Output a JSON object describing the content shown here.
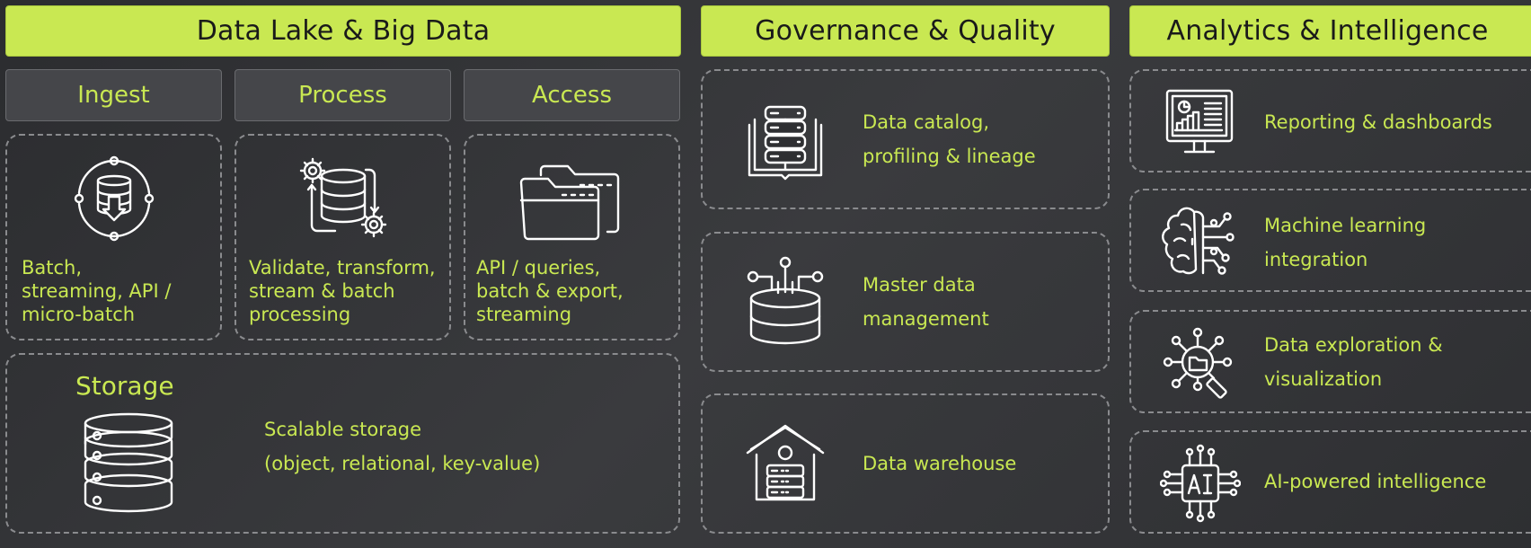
{
  "sections": {
    "data_lake": {
      "title": "Data Lake & Big Data",
      "ingest": {
        "label": "Ingest",
        "desc_lines": [
          "Batch,",
          "streaming, API /",
          "micro-batch"
        ]
      },
      "process": {
        "label": "Process",
        "desc_lines": [
          "Validate, transform,",
          "stream & batch",
          "processing"
        ]
      },
      "access": {
        "label": "Access",
        "desc_lines": [
          "API / queries,",
          "batch & export,",
          "streaming"
        ]
      },
      "storage": {
        "label": "Storage",
        "desc_lines": [
          "Scalable storage",
          "(object, relational, key-value)"
        ]
      }
    },
    "governance": {
      "title": "Governance & Quality",
      "items": [
        {
          "icon": "data-catalog-icon",
          "lines": [
            "Data catalog,",
            "profiling & lineage"
          ]
        },
        {
          "icon": "master-data-icon",
          "lines": [
            "Master data",
            "management"
          ]
        },
        {
          "icon": "data-warehouse-icon",
          "lines": [
            "Data warehouse"
          ]
        }
      ]
    },
    "analytics": {
      "title": "Analytics & Intelligence",
      "items": [
        {
          "icon": "dashboard-monitor-icon",
          "lines": [
            "Reporting & dashboards"
          ]
        },
        {
          "icon": "brain-circuit-icon",
          "lines": [
            "Machine learning",
            "integration"
          ]
        },
        {
          "icon": "folder-search-icon",
          "lines": [
            "Data exploration &",
            "visualization"
          ]
        },
        {
          "icon": "ai-chip-icon",
          "lines": [
            "AI-powered intelligence"
          ]
        }
      ]
    }
  },
  "colors": {
    "accent": "#c9e852",
    "background": "#2f3033",
    "dashed_border": "#8a8b8e"
  }
}
